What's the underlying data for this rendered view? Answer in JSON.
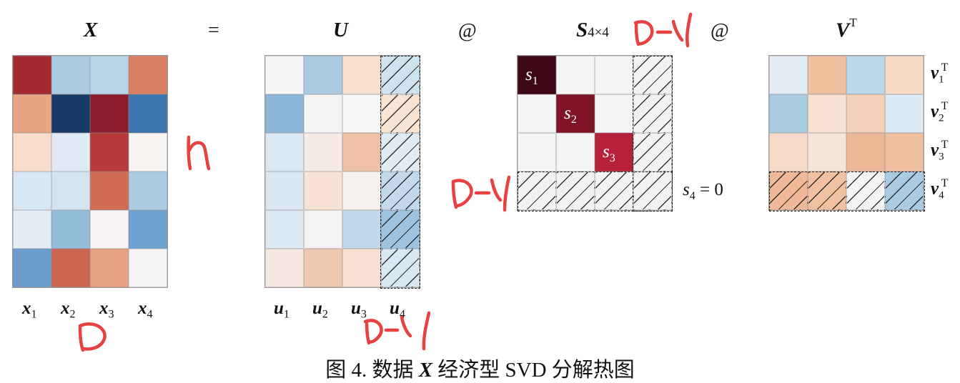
{
  "caption": {
    "prefix": "图 4. 数据 ",
    "symbol": "X",
    "suffix": " 经济型 SVD 分解热图"
  },
  "titles": {
    "X": "X",
    "equals": "=",
    "U": "U",
    "at1": "@",
    "S": "S",
    "S_sub": "4×4",
    "at2": "@",
    "V": "V",
    "V_sup": "T"
  },
  "matrix_X": {
    "colors": [
      [
        "#a32a31",
        "#abcbe3",
        "#b9d6e9",
        "#d98063"
      ],
      [
        "#e7a582",
        "#163a6a",
        "#8c1d2c",
        "#3d75b2"
      ],
      [
        "#f8ddcc",
        "#dfeaf4",
        "#b63a3a",
        "#f7f4f2"
      ],
      [
        "#d9e7f2",
        "#d3e4f0",
        "#d16b55",
        "#abcbe3"
      ],
      [
        "#e4edf6",
        "#94bddb",
        "#f7f4f3",
        "#6ea2cf"
      ],
      [
        "#6b9ecc",
        "#cd6651",
        "#e4a283",
        "#f5f5f5"
      ]
    ],
    "col_labels": [
      {
        "v": "x",
        "s": "1"
      },
      {
        "v": "x",
        "s": "2"
      },
      {
        "v": "x",
        "s": "3"
      },
      {
        "v": "x",
        "s": "4"
      }
    ]
  },
  "matrix_U": {
    "colors": [
      [
        "#f5f5f5",
        "#abcbe3",
        "#f8e0cf",
        "#cfe2ef"
      ],
      [
        "#8db7d9",
        "#f2f4f6",
        "#f6f6f6",
        "#f9e3d3"
      ],
      [
        "#dbe8f2",
        "#f6ebe4",
        "#efc0a3",
        "#e0ebf4"
      ],
      [
        "#dae7f2",
        "#f8e2d4",
        "#f6f1ef",
        "#c3d9eb"
      ],
      [
        "#dde9f3",
        "#f5f3f2",
        "#c3d9eb",
        "#9dc3e0"
      ],
      [
        "#f6e8e1",
        "#f0c8b0",
        "#f8e0d2",
        "#d8e7f2"
      ]
    ],
    "col_labels": [
      {
        "v": "u",
        "s": "1"
      },
      {
        "v": "u",
        "s": "2"
      },
      {
        "v": "u",
        "s": "3"
      },
      {
        "v": "u",
        "s": "4"
      }
    ]
  },
  "matrix_S": {
    "colors": [
      [
        "#3e0716",
        "#f5f5f5",
        "#f5f5f5",
        "#f2f2f2"
      ],
      [
        "#f5f5f5",
        "#7e1426",
        "#f5f5f5",
        "#f2f2f2"
      ],
      [
        "#f5f5f5",
        "#f5f5f5",
        "#b72039",
        "#f2f2f2"
      ],
      [
        "#f2f2f2",
        "#f2f2f2",
        "#f2f2f2",
        "#f2f2f2"
      ]
    ],
    "diag_labels": [
      {
        "v": "s",
        "s": "1"
      },
      {
        "v": "s",
        "s": "2"
      },
      {
        "v": "s",
        "s": "3"
      }
    ],
    "s4_label": {
      "v": "s",
      "s": "4",
      "rest": " = 0"
    }
  },
  "matrix_VT": {
    "colors": [
      [
        "#e3ecf5",
        "#efbf9e",
        "#bcd6ea",
        "#f6d9c5"
      ],
      [
        "#abcbe3",
        "#f8e2d4",
        "#f5d0ba",
        "#dde9f3"
      ],
      [
        "#f6dac9",
        "#f5e4da",
        "#edb898",
        "#efbfa0"
      ],
      [
        "#efb896",
        "#f1c0a1",
        "#f6f4f2",
        "#abcbe3"
      ]
    ],
    "row_labels": [
      {
        "v": "v",
        "s": "1",
        "t": "T"
      },
      {
        "v": "v",
        "s": "2",
        "t": "T"
      },
      {
        "v": "v",
        "s": "3",
        "t": "T"
      },
      {
        "v": "v",
        "s": "4",
        "t": "T"
      }
    ]
  },
  "annotations": {
    "ink_color": "#e8413f"
  }
}
